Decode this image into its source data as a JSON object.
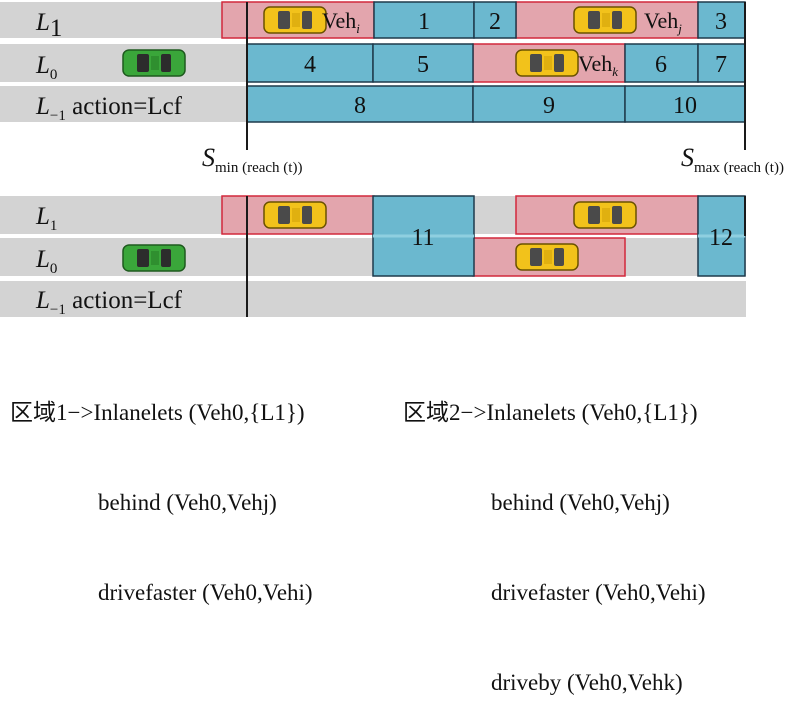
{
  "top": {
    "lanes": [
      {
        "id": "L1",
        "symbol": "L",
        "sub": "1",
        "suffix": ""
      },
      {
        "id": "L0",
        "symbol": "L",
        "sub": "0",
        "suffix": ""
      },
      {
        "id": "Lm1",
        "symbol": "L",
        "sub": "−1",
        "suffix": " action=Lcf"
      }
    ],
    "regions": [
      "1",
      "2",
      "3",
      "4",
      "5",
      "6",
      "7",
      "8",
      "9",
      "10"
    ],
    "vehicles": {
      "veh_i": {
        "base": "Veh",
        "sub": "i"
      },
      "veh_j": {
        "base": "Veh",
        "sub": "j"
      },
      "veh_k": {
        "base": "Veh",
        "sub": "k"
      }
    }
  },
  "bottom": {
    "lanes": [
      {
        "id": "L1",
        "symbol": "L",
        "sub": "1",
        "suffix": ""
      },
      {
        "id": "L0",
        "symbol": "L",
        "sub": "0",
        "suffix": ""
      },
      {
        "id": "Lm1",
        "symbol": "L",
        "sub": "−1",
        "suffix": " action=Lcf"
      }
    ],
    "regions": [
      "11",
      "12"
    ]
  },
  "s_min": {
    "symbol": "S",
    "sub": "min (reach (t))"
  },
  "s_max": {
    "symbol": "S",
    "sub": "max (reach (t))"
  },
  "captions": {
    "region1": {
      "head": "区域1−>Inlanelets (Veh0,{L1})",
      "lines": [
        "behind (Veh0,Vehj)",
        "drivefaster (Veh0,Vehi)"
      ]
    },
    "region2": {
      "head": "区域2−>Inlanelets (Veh0,{L1})",
      "lines": [
        "behind (Veh0,Vehj)",
        "drivefaster (Veh0,Vehi)",
        "driveby (Veh0,Vehk)"
      ]
    }
  },
  "colors": {
    "lane_bg": "#d3d3d3",
    "region_fill": "#6bb8cf",
    "region_stroke": "#1e3a4c",
    "reach_fill": "#e3a5ad",
    "reach_stroke": "#d2283c",
    "yellow_car": "#f2c21b",
    "green_car": "#3aa63a",
    "frame": "#1a1a1a"
  }
}
